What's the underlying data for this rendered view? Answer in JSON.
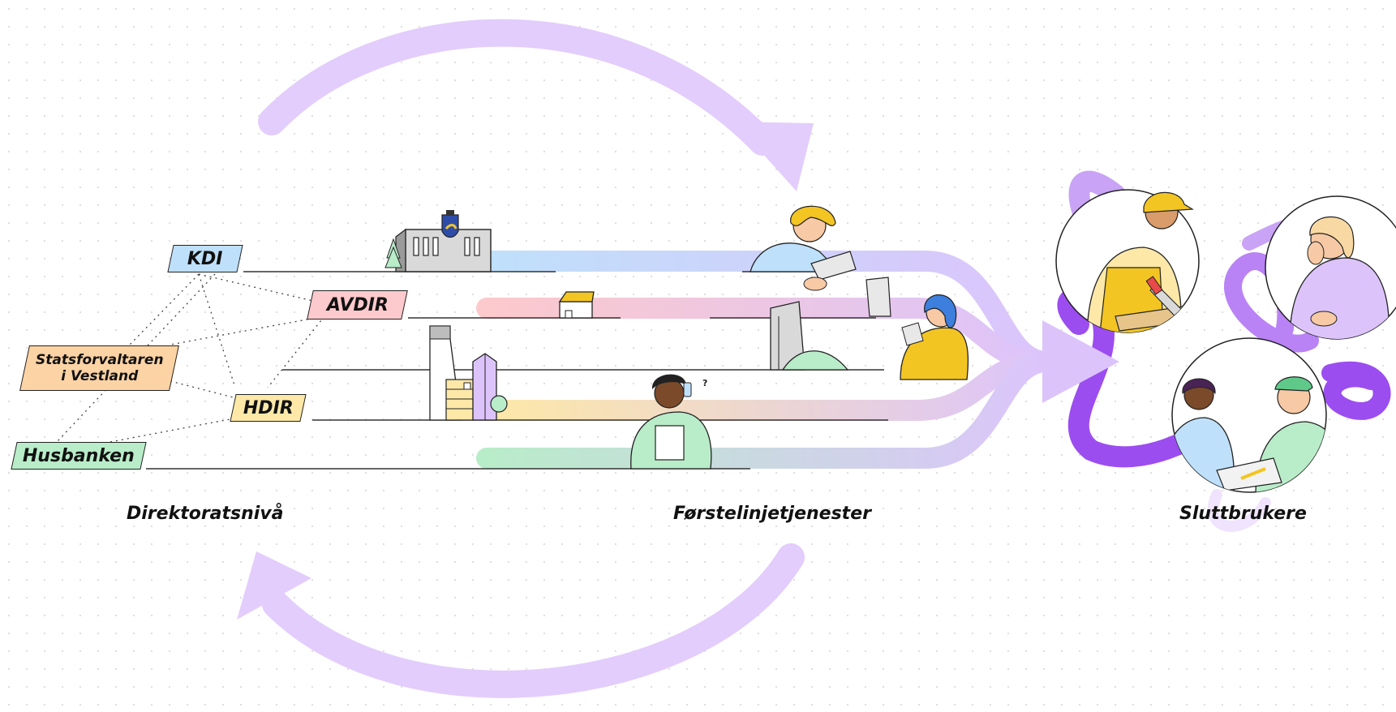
{
  "organizations": [
    {
      "id": "kdi",
      "label": "KDI",
      "color": "#bfe0fb"
    },
    {
      "id": "avdir",
      "label": "AVDIR",
      "color": "#fcc9cc"
    },
    {
      "id": "statsforvaltaren",
      "label": "Statsforvaltaren\ni Vestland",
      "color": "#fbd3a4"
    },
    {
      "id": "hdir",
      "label": "HDIR",
      "color": "#fde8a8"
    },
    {
      "id": "husbanken",
      "label": "Husbanken",
      "color": "#b9ecc9"
    }
  ],
  "captions": {
    "left": "Direktoratsnivå",
    "middle": "Førstelinjetjenester",
    "right": "Sluttbrukere"
  },
  "colors": {
    "cycle_arrow": "#e3cdfc",
    "swirl": "#9b4df0",
    "swirl_light": "#c9a3f5"
  }
}
